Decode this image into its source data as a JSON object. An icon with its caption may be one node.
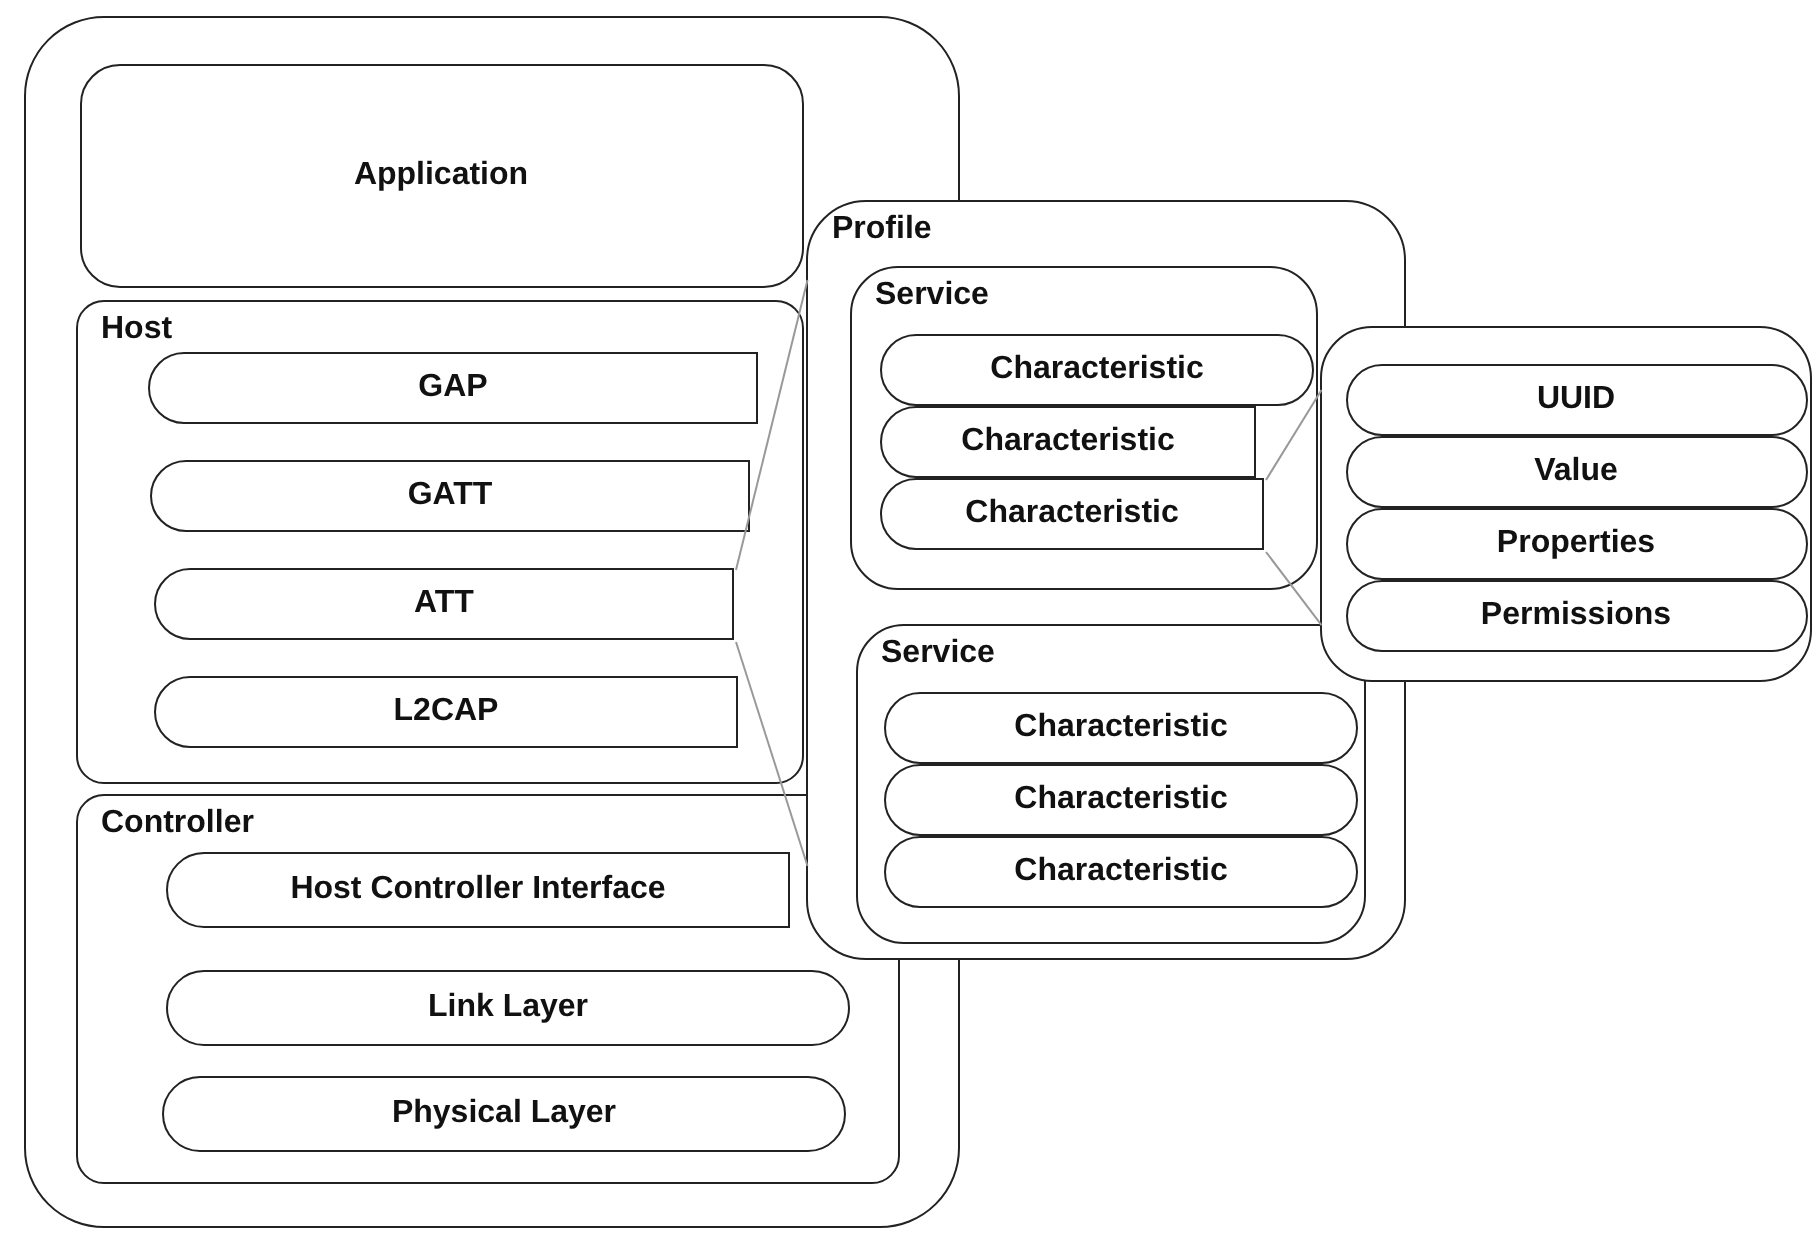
{
  "diagram": {
    "nodes": [
      {
        "text": [],
        "shape": "box"
      },
      {
        "text": [
          "Application"
        ],
        "in": 0
      },
      {
        "text": [
          "Host"
        ],
        "in": 0
      },
      {
        "text": [
          "GAP"
        ],
        "in": 2
      },
      {
        "text": [
          "GATT"
        ],
        "in": 2
      },
      {
        "text": [
          "ATT"
        ],
        "in": 2
      },
      {
        "text": [
          "L2CAP"
        ],
        "in": 2
      },
      {
        "text": [
          "Controller"
        ],
        "in": 0
      },
      {
        "text": [
          "Host Controller Interface"
        ],
        "in": 7
      },
      {
        "text": [
          "Link Layer"
        ],
        "in": 7
      },
      {
        "text": [
          "Physical Layer"
        ],
        "in": 7
      },
      {
        "text": [
          "Profile"
        ]
      },
      {
        "text": [
          "Service"
        ],
        "in": 11
      },
      {
        "text": [
          "Characteristic"
        ],
        "in": 12
      },
      {
        "text": [
          "Characteristic"
        ],
        "in": 12
      },
      {
        "text": [
          "Characteristic"
        ],
        "in": 12
      },
      {
        "text": [
          "Service"
        ],
        "in": 11
      },
      {
        "text": [
          "Characteristic"
        ],
        "in": 16
      },
      {
        "text": [
          "Characteristic"
        ],
        "in": 16
      },
      {
        "text": [
          "Characteristic"
        ],
        "in": 16
      },
      {
        "text": [],
        "shape": "box"
      },
      {
        "text": [
          "UUID"
        ],
        "in": 20
      },
      {
        "text": [
          "Value"
        ],
        "in": 20
      },
      {
        "text": [
          "Properties"
        ],
        "in": 20
      },
      {
        "text": [
          "Permissions"
        ],
        "in": 20
      }
    ],
    "edges": [
      {
        "from": 5,
        "to": 11,
        "arrow": "none"
      },
      {
        "from": 5,
        "to": 11,
        "arrow": "none"
      },
      {
        "from": 15,
        "to": 20,
        "arrow": "none"
      },
      {
        "from": 15,
        "to": 20,
        "arrow": "none"
      }
    ]
  }
}
